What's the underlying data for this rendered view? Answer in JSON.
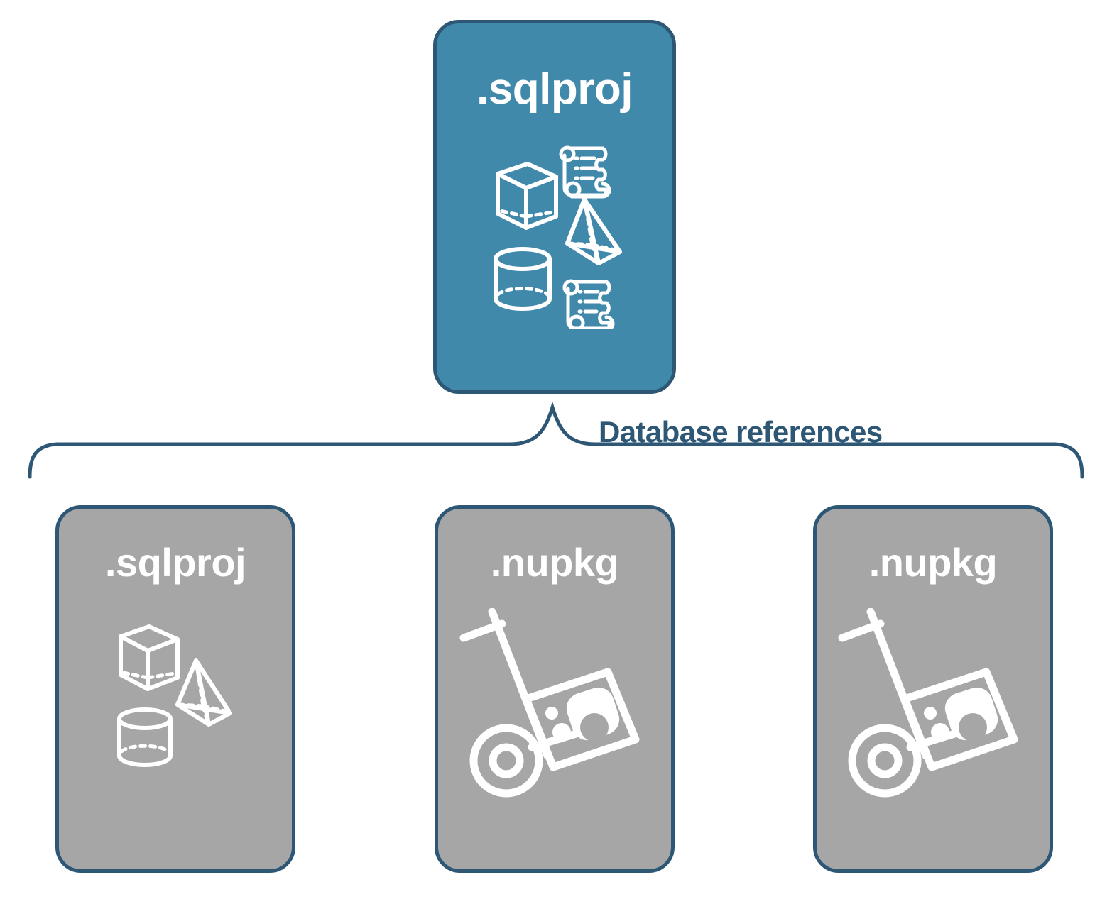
{
  "diagram": {
    "title": "Database references",
    "colors": {
      "card_blue_fill": "#4089ab",
      "card_gray_fill": "#a6a6a6",
      "card_border": "#2e5775",
      "label_text": "#2e5775",
      "icon_stroke": "#ffffff",
      "background": "#ffffff"
    },
    "connector": {
      "type": "curly-bracket",
      "label": "Database references",
      "label_color": "#2e5775"
    },
    "nodes": [
      {
        "id": "sqlproj-top",
        "label": ".sqlproj",
        "role": "root-project",
        "fill": "#4089ab",
        "icons": [
          "cube-icon",
          "scroll-icon",
          "pyramid-icon",
          "cylinder-icon",
          "scroll-icon"
        ]
      },
      {
        "id": "sqlproj-reference",
        "label": ".sqlproj",
        "role": "referenced-project",
        "fill": "#a6a6a6",
        "icons": [
          "cube-icon",
          "pyramid-icon",
          "cylinder-icon"
        ]
      },
      {
        "id": "nupkg-1",
        "label": ".nupkg",
        "role": "referenced-package",
        "fill": "#a6a6a6",
        "icons": [
          "hand-truck-package-icon"
        ]
      },
      {
        "id": "nupkg-2",
        "label": ".nupkg",
        "role": "referenced-package",
        "fill": "#a6a6a6",
        "icons": [
          "hand-truck-package-icon"
        ]
      }
    ]
  }
}
